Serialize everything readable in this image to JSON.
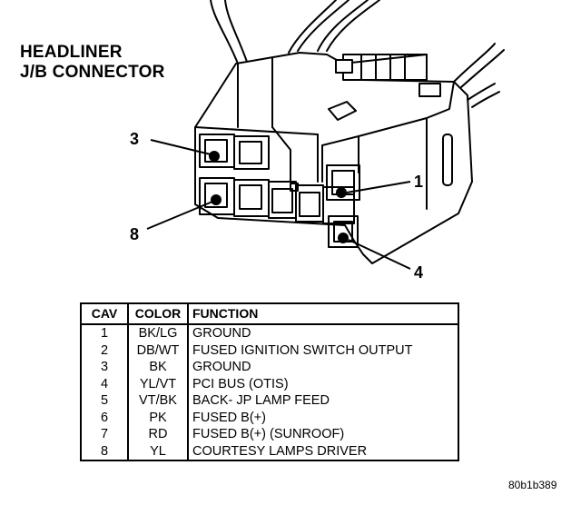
{
  "title": {
    "line1": "HEADLINER",
    "line2": "J/B CONNECTOR"
  },
  "callouts": {
    "pin3": "3",
    "pin1": "1",
    "pin8": "8",
    "pin4": "4"
  },
  "table": {
    "headers": {
      "cav": "CAV",
      "color": "COLOR",
      "function": "FUNCTION"
    },
    "rows": [
      {
        "cav": "1",
        "color": "BK/LG",
        "function": "GROUND"
      },
      {
        "cav": "2",
        "color": "DB/WT",
        "function": "FUSED IGNITION SWITCH OUTPUT"
      },
      {
        "cav": "3",
        "color": "BK",
        "function": "GROUND"
      },
      {
        "cav": "4",
        "color": "YL/VT",
        "function": "PCI BUS (OTIS)"
      },
      {
        "cav": "5",
        "color": "VT/BK",
        "function": "BACK- JP LAMP FEED"
      },
      {
        "cav": "6",
        "color": "PK",
        "function": "FUSED B(+)"
      },
      {
        "cav": "7",
        "color": "RD",
        "function": "FUSED B(+) (SUNROOF)"
      },
      {
        "cav": "8",
        "color": "YL",
        "function": "COURTESY LAMPS DRIVER"
      }
    ]
  },
  "figure_code": "80b1b389"
}
